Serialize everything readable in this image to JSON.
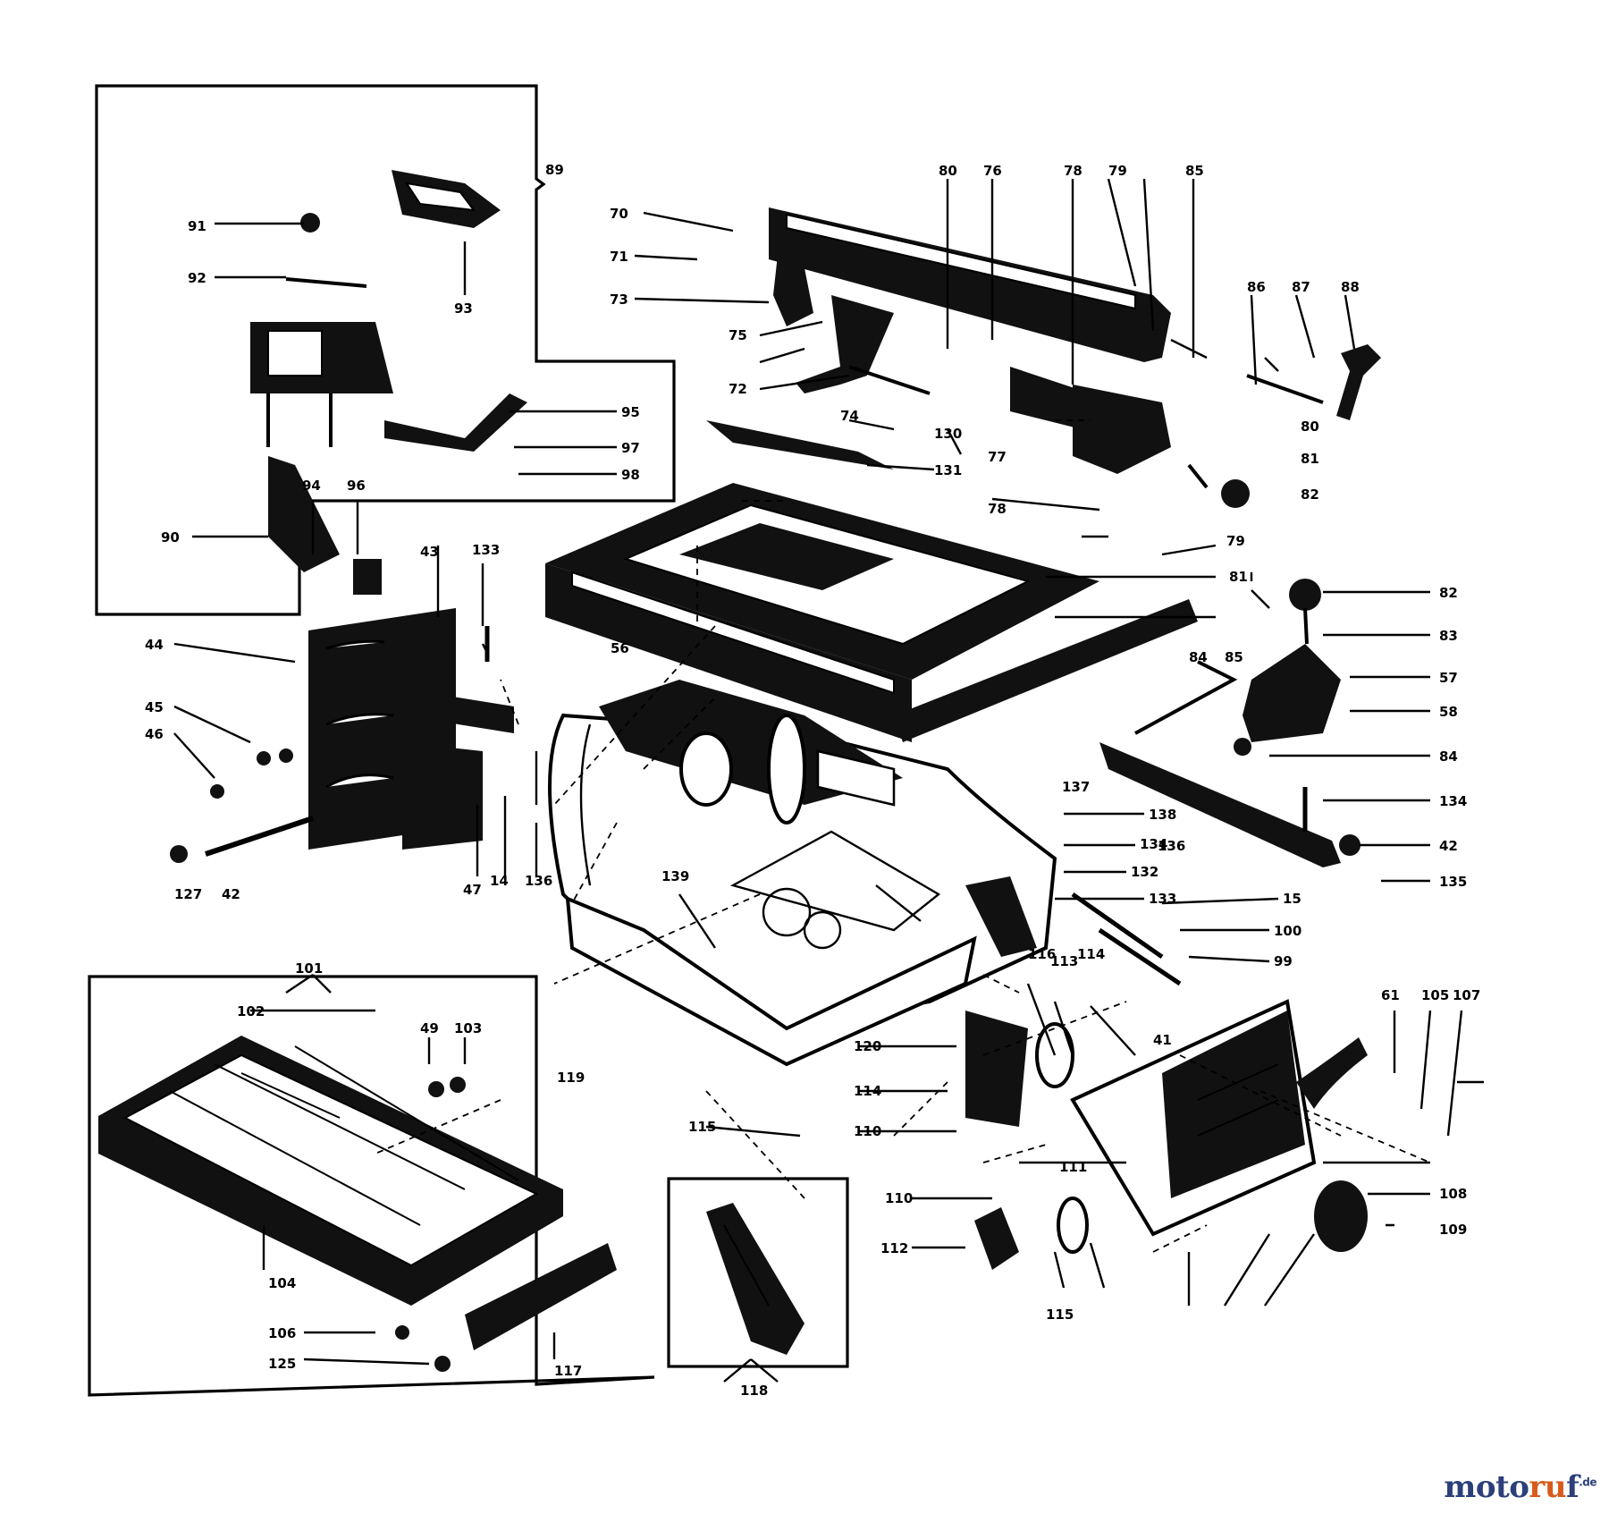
{
  "diagram": {
    "labels": [
      "89",
      "91",
      "92",
      "93",
      "95",
      "97",
      "98",
      "94",
      "96",
      "90",
      "80",
      "76",
      "78",
      "79",
      "85",
      "86",
      "87",
      "88",
      "70",
      "71",
      "73",
      "75",
      "72",
      "74",
      "130",
      "131",
      "77",
      "80",
      "81",
      "82",
      "78",
      "79",
      "133",
      "43",
      "44",
      "45",
      "46",
      "47",
      "42",
      "127",
      "14",
      "136",
      "139",
      "56",
      "81",
      "82",
      "83",
      "57",
      "58",
      "84",
      "85",
      "84",
      "134",
      "42",
      "135",
      "137",
      "136",
      "138",
      "134",
      "132",
      "133",
      "15",
      "100",
      "99",
      "101",
      "102",
      "49",
      "103",
      "104",
      "106",
      "125",
      "117",
      "118",
      "119",
      "115",
      "116",
      "113",
      "114",
      "120",
      "114",
      "110",
      "111",
      "41",
      "61",
      "105",
      "107",
      "108",
      "109",
      "110",
      "112",
      "115"
    ]
  },
  "logo": {
    "text1": "moto",
    "text2": "ru",
    "text3": "f",
    "suffix": ".de"
  }
}
